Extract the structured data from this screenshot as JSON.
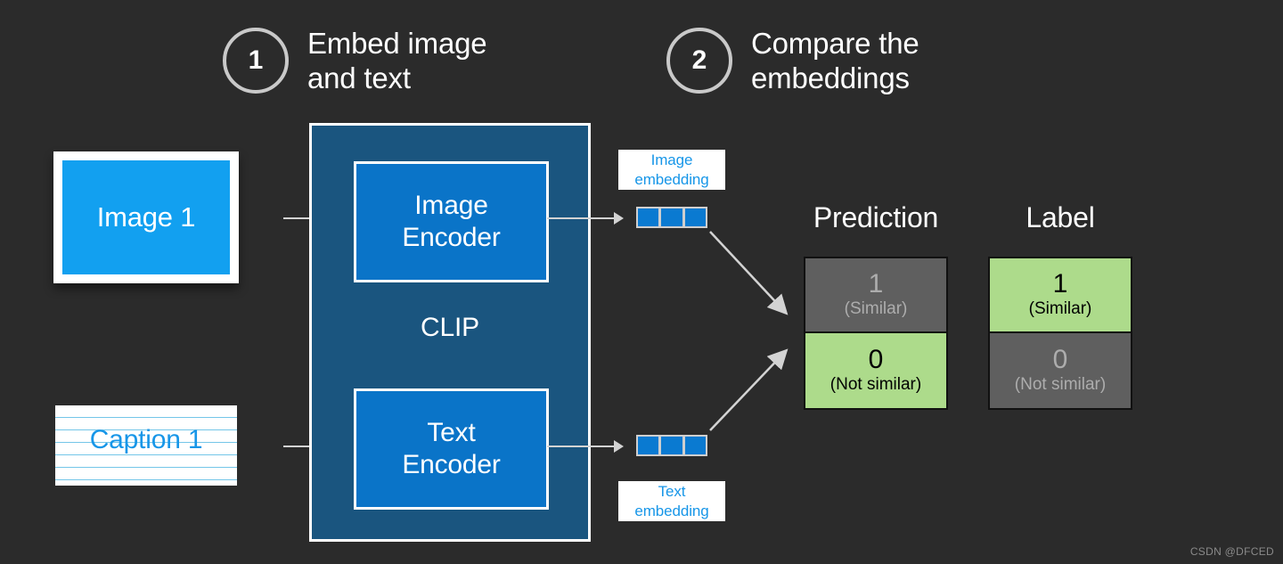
{
  "figure": {
    "background_color": "#2b2b2b",
    "watermark": "CSDN @DFCED"
  },
  "steps": [
    {
      "number": "1",
      "text": "Embed image\nand text"
    },
    {
      "number": "2",
      "text": "Compare the\nembeddings"
    }
  ],
  "inputs": {
    "image": {
      "label": "Image 1",
      "fill_color": "#12a0f0"
    },
    "caption": {
      "label": "Caption 1",
      "text_color": "#1796e8"
    }
  },
  "clip": {
    "title": "CLIP",
    "image_encoder": "Image\nEncoder",
    "text_encoder": "Text\nEncoder",
    "outer_color": "#1a557f",
    "encoder_color": "#0a74c8"
  },
  "embeddings": [
    {
      "label": "Image\nembedding",
      "cells": 3,
      "cell_color": "#0a7ad1"
    },
    {
      "label": "Text\nembedding",
      "cells": 3,
      "cell_color": "#0a7ad1"
    }
  ],
  "comparison": {
    "active_color": "#addb8b",
    "inactive_color": "#5f5f5f",
    "columns": [
      {
        "title": "Prediction",
        "rows": [
          {
            "value": "1",
            "caption": "(Similar)",
            "state": "inactive"
          },
          {
            "value": "0",
            "caption": "(Not similar)",
            "state": "active"
          }
        ]
      },
      {
        "title": "Label",
        "rows": [
          {
            "value": "1",
            "caption": "(Similar)",
            "state": "active"
          },
          {
            "value": "0",
            "caption": "(Not similar)",
            "state": "inactive"
          }
        ]
      }
    ]
  }
}
